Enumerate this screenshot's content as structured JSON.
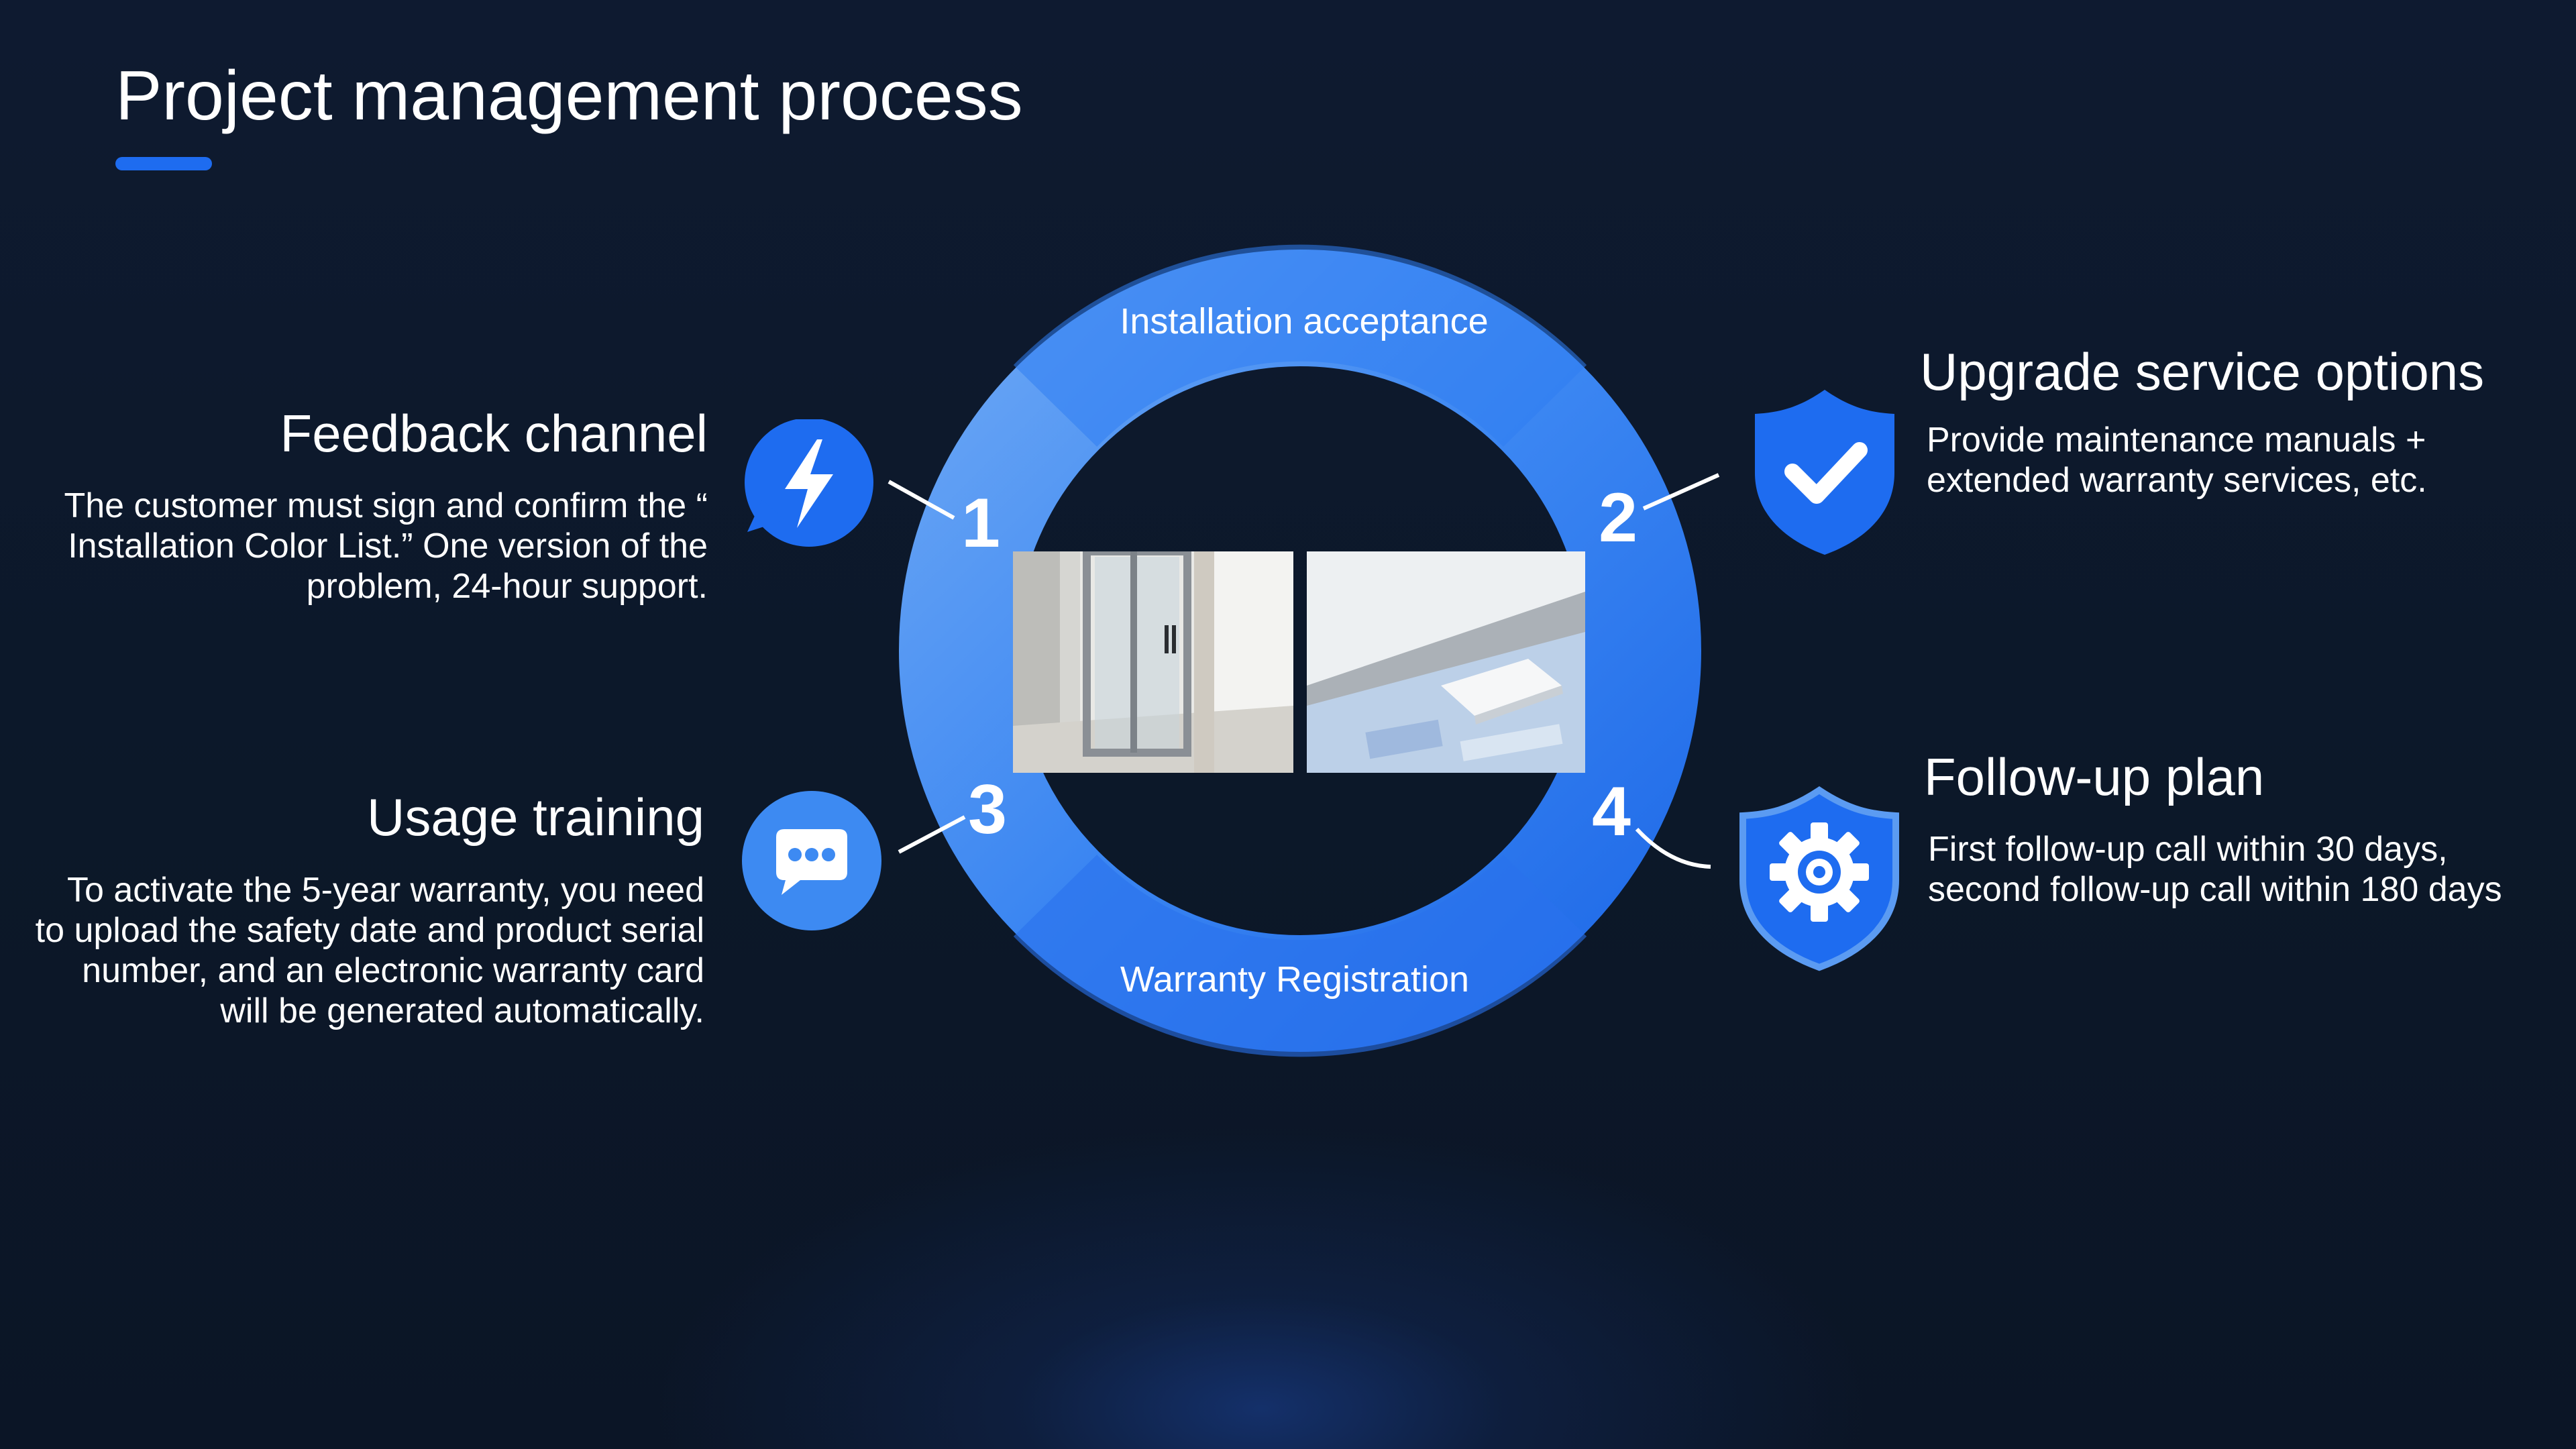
{
  "title": "Project management process",
  "colors": {
    "accent": "#1e6cf0",
    "ring_blue": "#2a78f0",
    "ring_light": "#5b9bf2",
    "background": "#0c1829"
  },
  "ring": {
    "top_label": "Installation acceptance",
    "bottom_label": "Warranty Registration"
  },
  "steps": [
    {
      "number": "1",
      "icon": "lightning-bolt-chat-icon",
      "heading": "Feedback channel",
      "description": "The customer must sign and confirm the “ Installation Color List.” One version of the problem, 24-hour support."
    },
    {
      "number": "2",
      "icon": "shield-check-icon",
      "heading": "Upgrade service options",
      "description": "Provide maintenance manuals + extended warranty services, etc."
    },
    {
      "number": "3",
      "icon": "chat-bubble-icon",
      "heading": "Usage training",
      "description": "To activate the 5-year warranty, you need to upload the safety date and product serial number, and an electronic warranty card will be generated automatically."
    },
    {
      "number": "4",
      "icon": "shield-gear-icon",
      "heading": "Follow-up plan",
      "description": "First follow-up call within 30 days, second follow-up call within 180 days"
    }
  ]
}
